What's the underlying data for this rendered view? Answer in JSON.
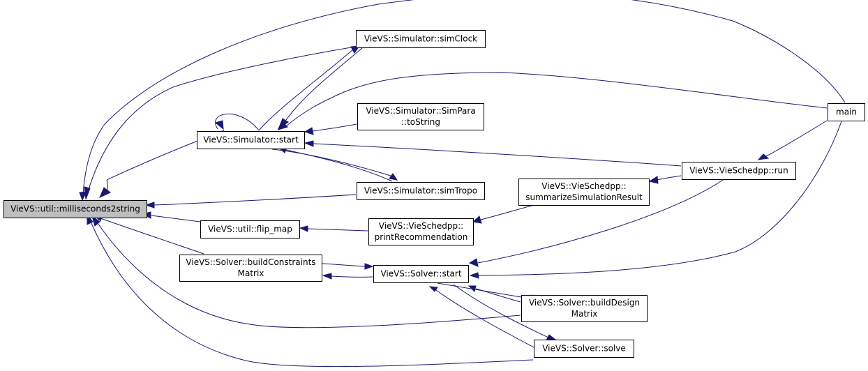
{
  "graph": {
    "colors": {
      "edge": "#191970",
      "node_fill": "#ffffff",
      "root_fill": "#bfbfbf",
      "node_border": "#000000"
    },
    "nodes": {
      "root": {
        "lines": [
          "VieVS::util::milliseconds2string"
        ]
      },
      "simulator_start": {
        "lines": [
          "VieVS::Simulator::start"
        ]
      },
      "util_flip_map": {
        "lines": [
          "VieVS::util::flip_map"
        ]
      },
      "solver_build_constraints": {
        "lines": [
          "VieVS::Solver::buildConstraints",
          "Matrix"
        ]
      },
      "sim_clock": {
        "lines": [
          "VieVS::Simulator::simClock"
        ]
      },
      "sim_para_to_string": {
        "lines": [
          "VieVS::Simulator::SimPara",
          "::toString"
        ]
      },
      "sim_tropo": {
        "lines": [
          "VieVS::Simulator::simTropo"
        ]
      },
      "print_recommendation": {
        "lines": [
          "VieVS::VieSchedpp::",
          "printRecommendation"
        ]
      },
      "solver_start": {
        "lines": [
          "VieVS::Solver::start"
        ]
      },
      "summarize_simulation_result": {
        "lines": [
          "VieVS::VieSchedpp::",
          "summarizeSimulationResult"
        ]
      },
      "build_design_matrix": {
        "lines": [
          "VieVS::Solver::buildDesign",
          "Matrix"
        ]
      },
      "solver_solve": {
        "lines": [
          "VieVS::Solver::solve"
        ]
      },
      "vieschedpp_run": {
        "lines": [
          "VieVS::VieSchedpp::run"
        ]
      },
      "main": {
        "lines": [
          "main"
        ]
      }
    },
    "edges": [
      {
        "from": "simulator_start",
        "to": "root"
      },
      {
        "from": "util_flip_map",
        "to": "root"
      },
      {
        "from": "solver_build_constraints",
        "to": "root"
      },
      {
        "from": "sim_clock",
        "to": "root"
      },
      {
        "from": "sim_tropo",
        "to": "root"
      },
      {
        "from": "build_design_matrix",
        "to": "root"
      },
      {
        "from": "solver_solve",
        "to": "root"
      },
      {
        "from": "main",
        "to": "root"
      },
      {
        "from": "simulator_start",
        "to": "simulator_start"
      },
      {
        "from": "sim_clock",
        "to": "simulator_start"
      },
      {
        "from": "sim_para_to_string",
        "to": "simulator_start"
      },
      {
        "from": "sim_tropo",
        "to": "simulator_start"
      },
      {
        "from": "vieschedpp_run",
        "to": "simulator_start"
      },
      {
        "from": "main",
        "to": "simulator_start"
      },
      {
        "from": "simulator_start",
        "to": "sim_clock"
      },
      {
        "from": "simulator_start",
        "to": "sim_tropo"
      },
      {
        "from": "print_recommendation",
        "to": "util_flip_map"
      },
      {
        "from": "solver_start",
        "to": "solver_build_constraints"
      },
      {
        "from": "solver_build_constraints",
        "to": "solver_start"
      },
      {
        "from": "build_design_matrix",
        "to": "solver_start"
      },
      {
        "from": "solver_solve",
        "to": "solver_start"
      },
      {
        "from": "vieschedpp_run",
        "to": "solver_start"
      },
      {
        "from": "main",
        "to": "solver_start"
      },
      {
        "from": "solver_start",
        "to": "build_design_matrix"
      },
      {
        "from": "solver_start",
        "to": "solver_solve"
      },
      {
        "from": "summarize_simulation_result",
        "to": "print_recommendation"
      },
      {
        "from": "vieschedpp_run",
        "to": "summarize_simulation_result"
      },
      {
        "from": "main",
        "to": "vieschedpp_run"
      }
    ]
  }
}
